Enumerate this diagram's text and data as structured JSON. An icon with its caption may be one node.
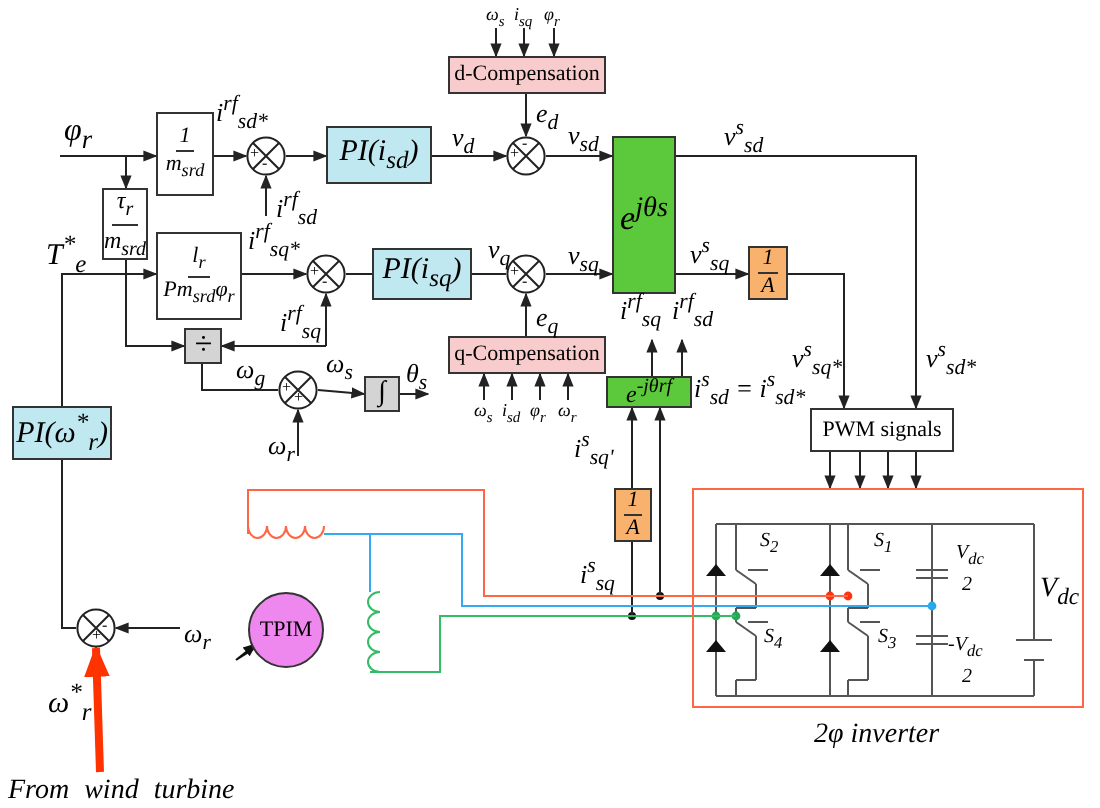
{
  "diagram": {
    "nodes": [
      {
        "text": [
          "1",
          "m$_{srd}$"
        ]
      },
      {
        "text": [
          "+",
          "-"
        ]
      },
      {
        "text": [
          "PI(i$_{sd}$)"
        ]
      },
      {
        "text": [
          "+",
          "-"
        ]
      },
      {
        "text": [
          "d-Compensation"
        ]
      },
      {
        "text": [
          "e$^{jθs}$"
        ]
      },
      {
        "text": [
          "τ$_{r}$",
          "m$_{srd}$"
        ]
      },
      {
        "text": [
          "l$_{r}$",
          "Pm$_{srd}$φ$_{r}$"
        ]
      },
      {
        "text": [
          "+",
          "-"
        ]
      },
      {
        "text": [
          "PI(i$_{sq}$)"
        ]
      },
      {
        "text": [
          "+",
          "-"
        ]
      },
      {
        "text": [
          "q-Compensation"
        ]
      },
      {
        "text": [
          "1",
          "A"
        ]
      },
      {
        "text": [
          "÷"
        ]
      },
      {
        "text": [
          "+",
          "+"
        ]
      },
      {
        "text": [
          "∫"
        ]
      },
      {
        "text": [
          "e$^{-jθrf}$"
        ]
      },
      {
        "text": [
          "1",
          "A"
        ]
      },
      {
        "text": [
          "PWM signals"
        ]
      },
      {
        "text": [
          "2φ inverter"
        ]
      },
      {
        "text": [
          "PI(ω$^{*}$$_{r}$)"
        ]
      },
      {
        "text": [
          "-",
          "+"
        ]
      },
      {
        "text": [
          "TPIM"
        ]
      },
      {
        "text": [],
        "shape": "coil"
      },
      {
        "text": [],
        "shape": "coil"
      },
      {
        "text": [
          "From wind turbine"
        ]
      }
    ],
    "edges": [
      {
        "from": null,
        "to": 0,
        "arrow": "to",
        "label": "φ$_{r}$"
      },
      {
        "from": null,
        "to": 6,
        "arrow": "to"
      },
      {
        "from": 0,
        "to": 1,
        "arrow": "to",
        "label": "i$^{rf}$$_{sd*}$"
      },
      {
        "from": null,
        "to": 1,
        "arrow": "to",
        "label": "i$^{rf}$$_{sd}$"
      },
      {
        "from": 1,
        "to": 2,
        "arrow": "to"
      },
      {
        "from": 2,
        "to": 3,
        "arrow": "to",
        "label": "v$_{d}$"
      },
      {
        "from": null,
        "to": 4,
        "arrow": "to",
        "label": "ω$_{s}$"
      },
      {
        "from": null,
        "to": 4,
        "arrow": "to",
        "label": "i$_{sq}$"
      },
      {
        "from": null,
        "to": 4,
        "arrow": "to",
        "label": "φ$_{r}$"
      },
      {
        "from": 4,
        "to": 3,
        "arrow": "to",
        "label": "e$_{d}$"
      },
      {
        "from": 3,
        "to": 5,
        "arrow": "to",
        "label": "v$_{sd}$"
      },
      {
        "from": 20,
        "to": 7,
        "arrow": "to",
        "label": "T$^{*}$$_{e}$"
      },
      {
        "from": 7,
        "to": 8,
        "arrow": "to",
        "label": "i$^{rf}$$_{sq*}$"
      },
      {
        "from": null,
        "to": 8,
        "arrow": "to",
        "label": "i$^{rf}$$_{sq}$"
      },
      {
        "from": 8,
        "to": 9,
        "arrow": "none"
      },
      {
        "from": 9,
        "to": 10,
        "arrow": "none",
        "label": "v$_{q}$"
      },
      {
        "from": 11,
        "to": 10,
        "arrow": "to",
        "label": "e$_{q}$"
      },
      {
        "from": null,
        "to": 11,
        "arrow": "to",
        "label": "ω$_{s}$"
      },
      {
        "from": null,
        "to": 11,
        "arrow": "to",
        "label": "i$_{sd}$"
      },
      {
        "from": null,
        "to": 11,
        "arrow": "to",
        "label": "φ$_{r}$"
      },
      {
        "from": null,
        "to": 11,
        "arrow": "to",
        "label": "ω$_{r}$"
      },
      {
        "from": 10,
        "to": 5,
        "arrow": "to",
        "label": "v$_{sq}$"
      },
      {
        "from": 6,
        "to": 13,
        "arrow": "to"
      },
      {
        "from": null,
        "to": 13,
        "arrow": "to"
      },
      {
        "from": 13,
        "to": 14,
        "arrow": "none",
        "label": "ω$_{g}$"
      },
      {
        "from": null,
        "to": 14,
        "arrow": "to",
        "label": "ω$_{r}$"
      },
      {
        "from": 14,
        "to": 15,
        "arrow": "to",
        "label": "ω$_{s}$"
      },
      {
        "from": 15,
        "to": null,
        "arrow": "to",
        "label": "θ$_{s}$"
      },
      {
        "from": 5,
        "to": 12,
        "arrow": "to",
        "label": "v$^{s}$$_{sq}$"
      },
      {
        "from": 5,
        "to": 18,
        "arrow": "to",
        "label": "v$^{s}$$_{sd}$"
      },
      {
        "from": 12,
        "to": 18,
        "arrow": "to",
        "label": "v$^{s}$$_{sq*}$"
      },
      {
        "from": 16,
        "to": null,
        "arrow": "to",
        "label": "i$^{rf}$$_{sq}$"
      },
      {
        "from": 16,
        "to": null,
        "arrow": "to",
        "label": "i$^{rf}$$_{sd}$"
      },
      {
        "from": 17,
        "to": 16,
        "arrow": "to",
        "label": "i$^{s}$$_{sq'}$"
      },
      {
        "from": null,
        "to": 17,
        "arrow": "none",
        "label": "i$^{s}$$_{sq}$"
      },
      {
        "from": null,
        "to": 16,
        "arrow": "to"
      },
      {
        "from": 18,
        "to": 19,
        "arrow": "to"
      },
      {
        "from": 18,
        "to": 19,
        "arrow": "to"
      },
      {
        "from": 18,
        "to": 19,
        "arrow": "to"
      },
      {
        "from": 18,
        "to": 19,
        "arrow": "to"
      },
      {
        "from": 23,
        "to": 19,
        "arrow": "none",
        "color": "#ff6644"
      },
      {
        "from": 23,
        "to": 24,
        "arrow": "none",
        "color": "#33aaee"
      },
      {
        "from": 23,
        "to": 19,
        "arrow": "none",
        "color": "#33aaee"
      },
      {
        "from": 24,
        "to": 19,
        "arrow": "none",
        "color": "#33bb66"
      },
      {
        "from": 21,
        "to": 20,
        "arrow": "none"
      },
      {
        "from": null,
        "to": 21,
        "arrow": "to",
        "label": "ω$_{r}$"
      },
      {
        "from": 25,
        "to": 21,
        "arrow": "to",
        "label": "ω$^{*}$$_{r}$",
        "style": "thick",
        "color": "#ff3300"
      }
    ],
    "labels": [
      "v$^{s}$$_{sd*}$",
      "i$^{s}$$_{sd}$ = i$^{s}$$_{sd*}$",
      "S$_{2}$",
      "S$_{1}$",
      "S$_{4}$",
      "S$_{3}$",
      "V$_{dc}$",
      "2",
      "-V$_{dc}$",
      "2",
      "V$_{dc}$"
    ]
  }
}
